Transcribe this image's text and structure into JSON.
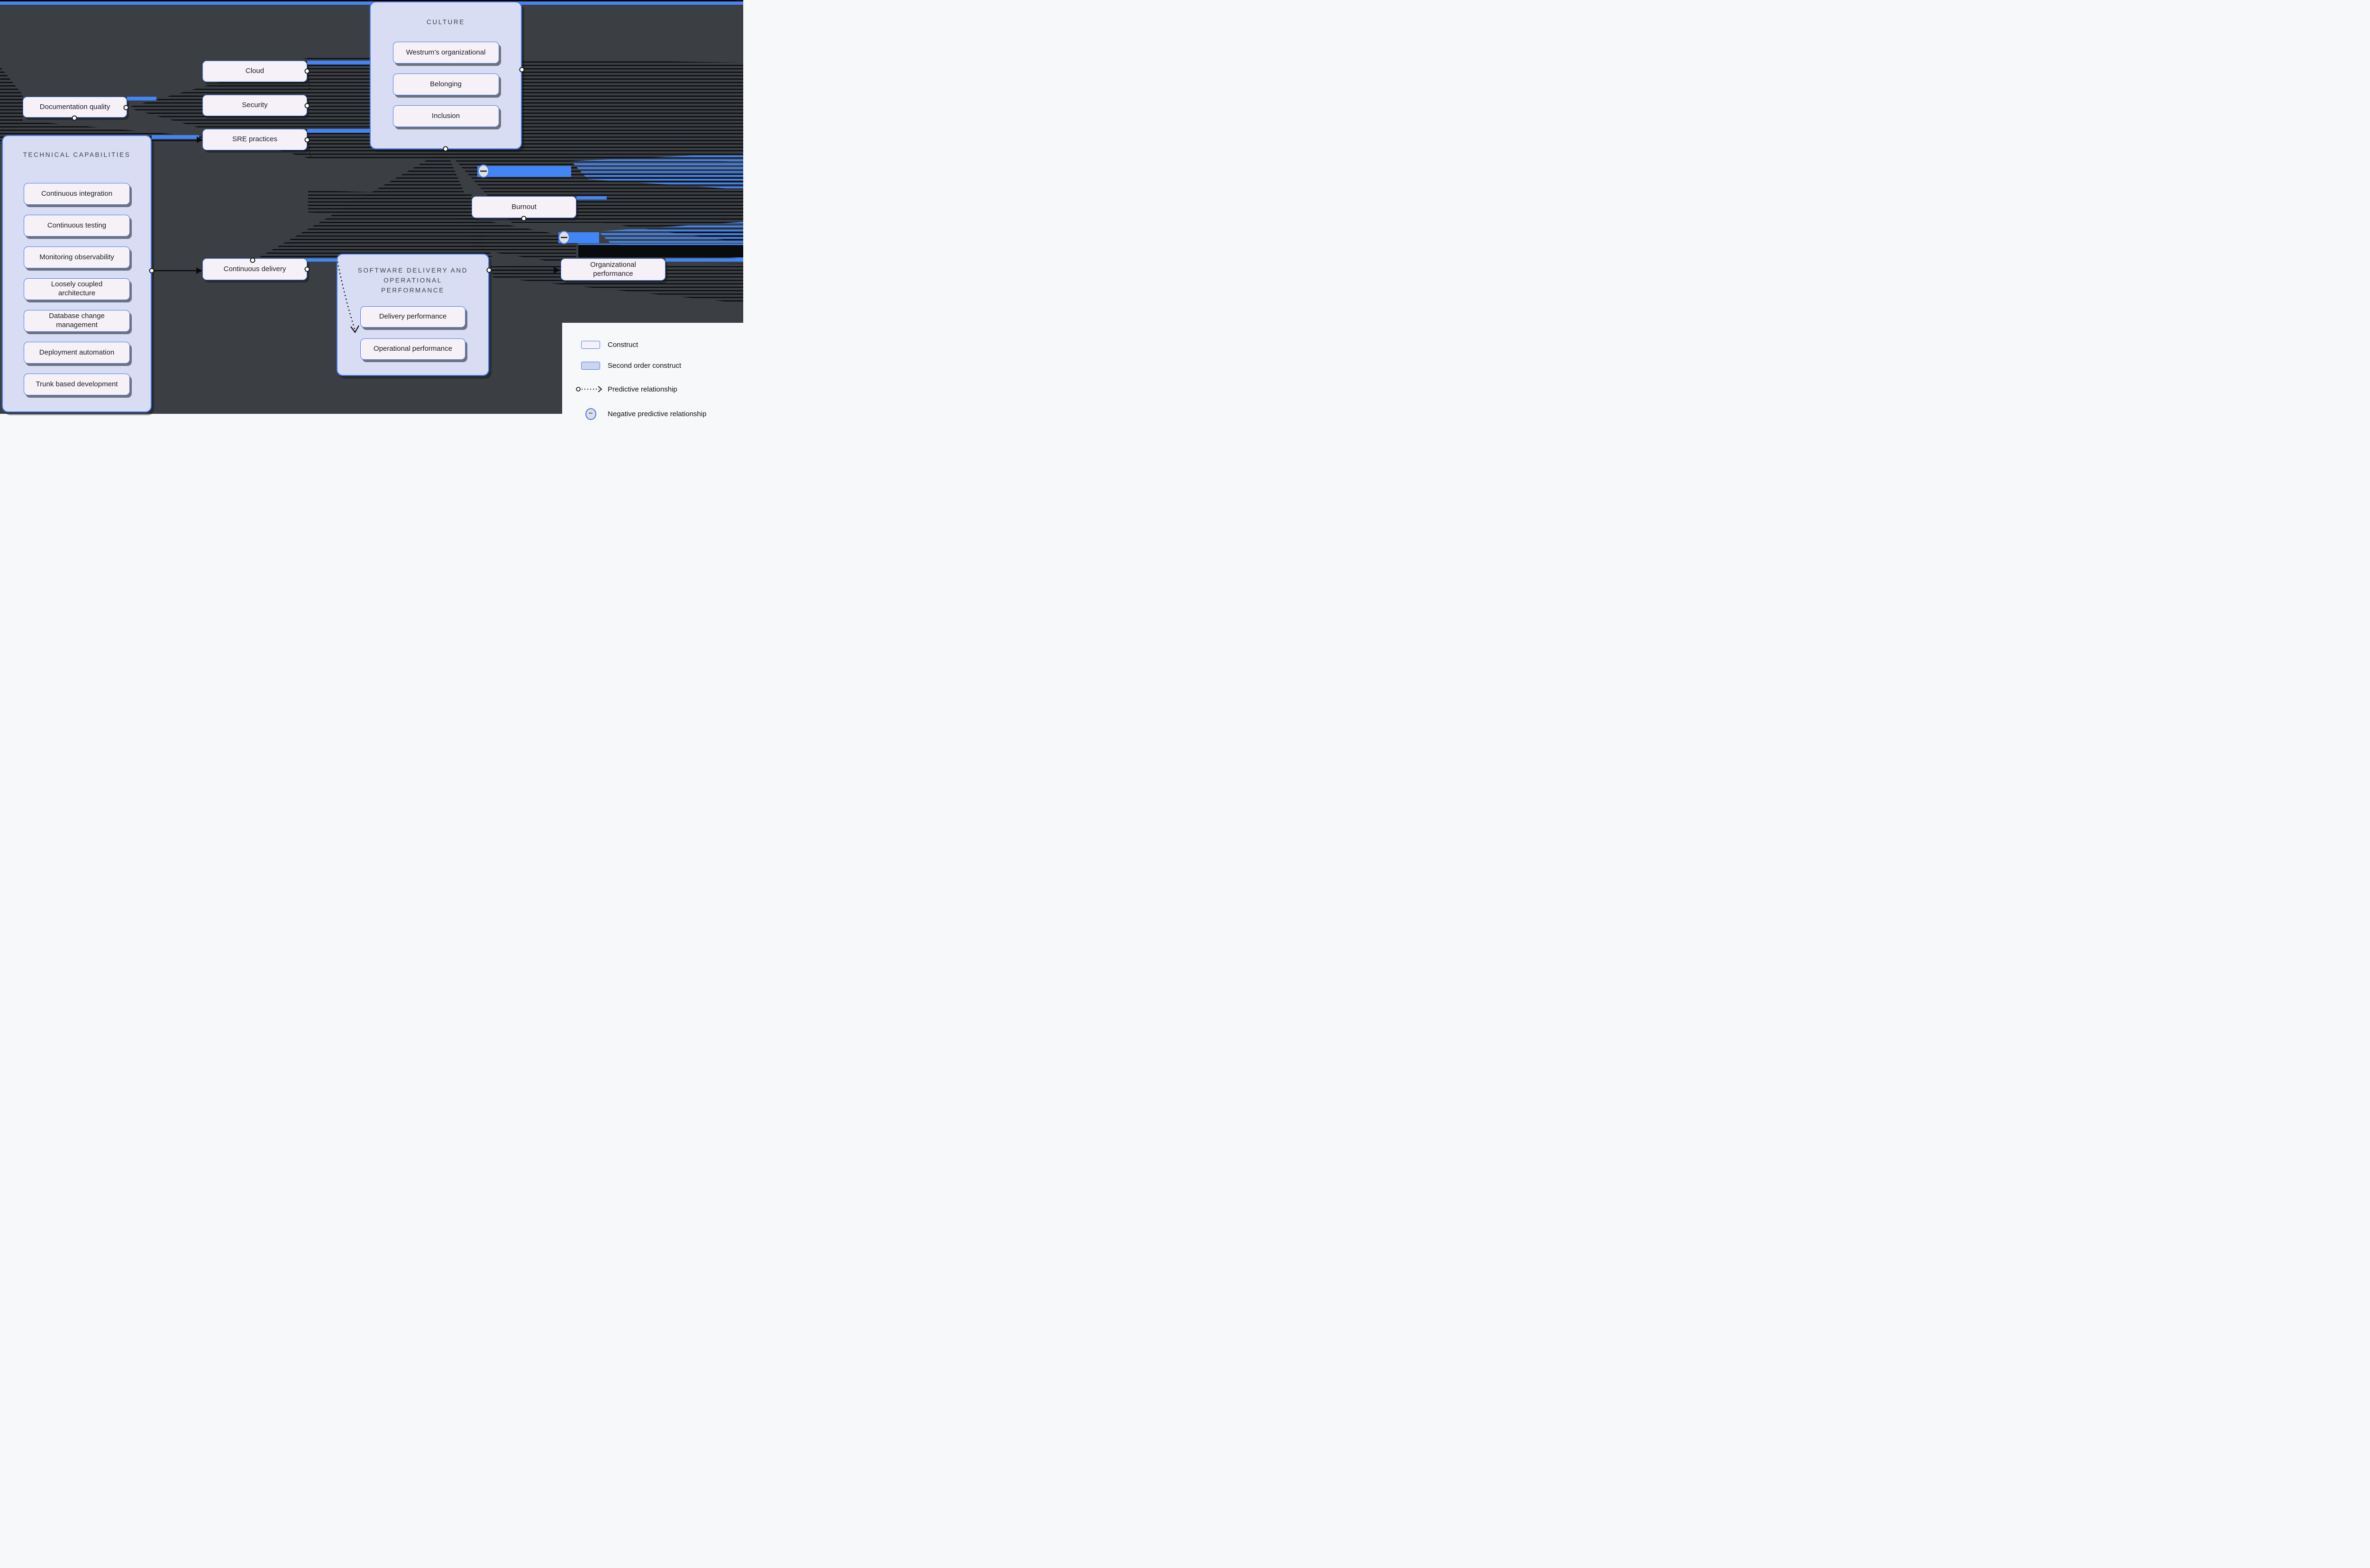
{
  "diagram": {
    "boxes": {
      "documentation_quality": {
        "label": "Documentation quality"
      },
      "cloud": {
        "label": "Cloud"
      },
      "security": {
        "label": "Security"
      },
      "sre_practices": {
        "label": "SRE practices"
      },
      "continuous_delivery": {
        "label": "Continuous delivery"
      },
      "burnout": {
        "label": "Burnout"
      },
      "organizational_performance": {
        "label": "Organizational performance"
      }
    },
    "panels": {
      "technical": {
        "title": "TECHNICAL CAPABILITIES",
        "items": [
          {
            "label": "Continuous integration"
          },
          {
            "label": "Continuous testing"
          },
          {
            "label": "Monitoring observability"
          },
          {
            "label": "Loosely coupled architecture"
          },
          {
            "label": "Database change management"
          },
          {
            "label": "Deployment automation"
          },
          {
            "label": "Trunk based development"
          }
        ]
      },
      "culture": {
        "title": "CULTURE",
        "items": [
          {
            "label": "Westrum’s organizational"
          },
          {
            "label": "Belonging"
          },
          {
            "label": "Inclusion"
          }
        ]
      },
      "sdo": {
        "title": "SOFTWARE DELIVERY AND OPERATIONAL PERFORMANCE",
        "items": [
          {
            "label": "Delivery performance"
          },
          {
            "label": "Operational performance"
          }
        ]
      }
    },
    "legend": {
      "construct_label": "Construct",
      "second_order_label": "Second order construct",
      "predictive_label": "Predictive relationship",
      "negative_label": "Negative predictive relationship"
    },
    "icons": {
      "minus_glyph": "−"
    },
    "colors": {
      "accent_blue": "#4285f4",
      "panel_fill": "#d8ddf3",
      "construct_fill": "#f6f1f7",
      "canvas_dark": "#3b3f44",
      "stripe_black": "#0a0b0c",
      "page_light": "#f7f8fa"
    }
  }
}
